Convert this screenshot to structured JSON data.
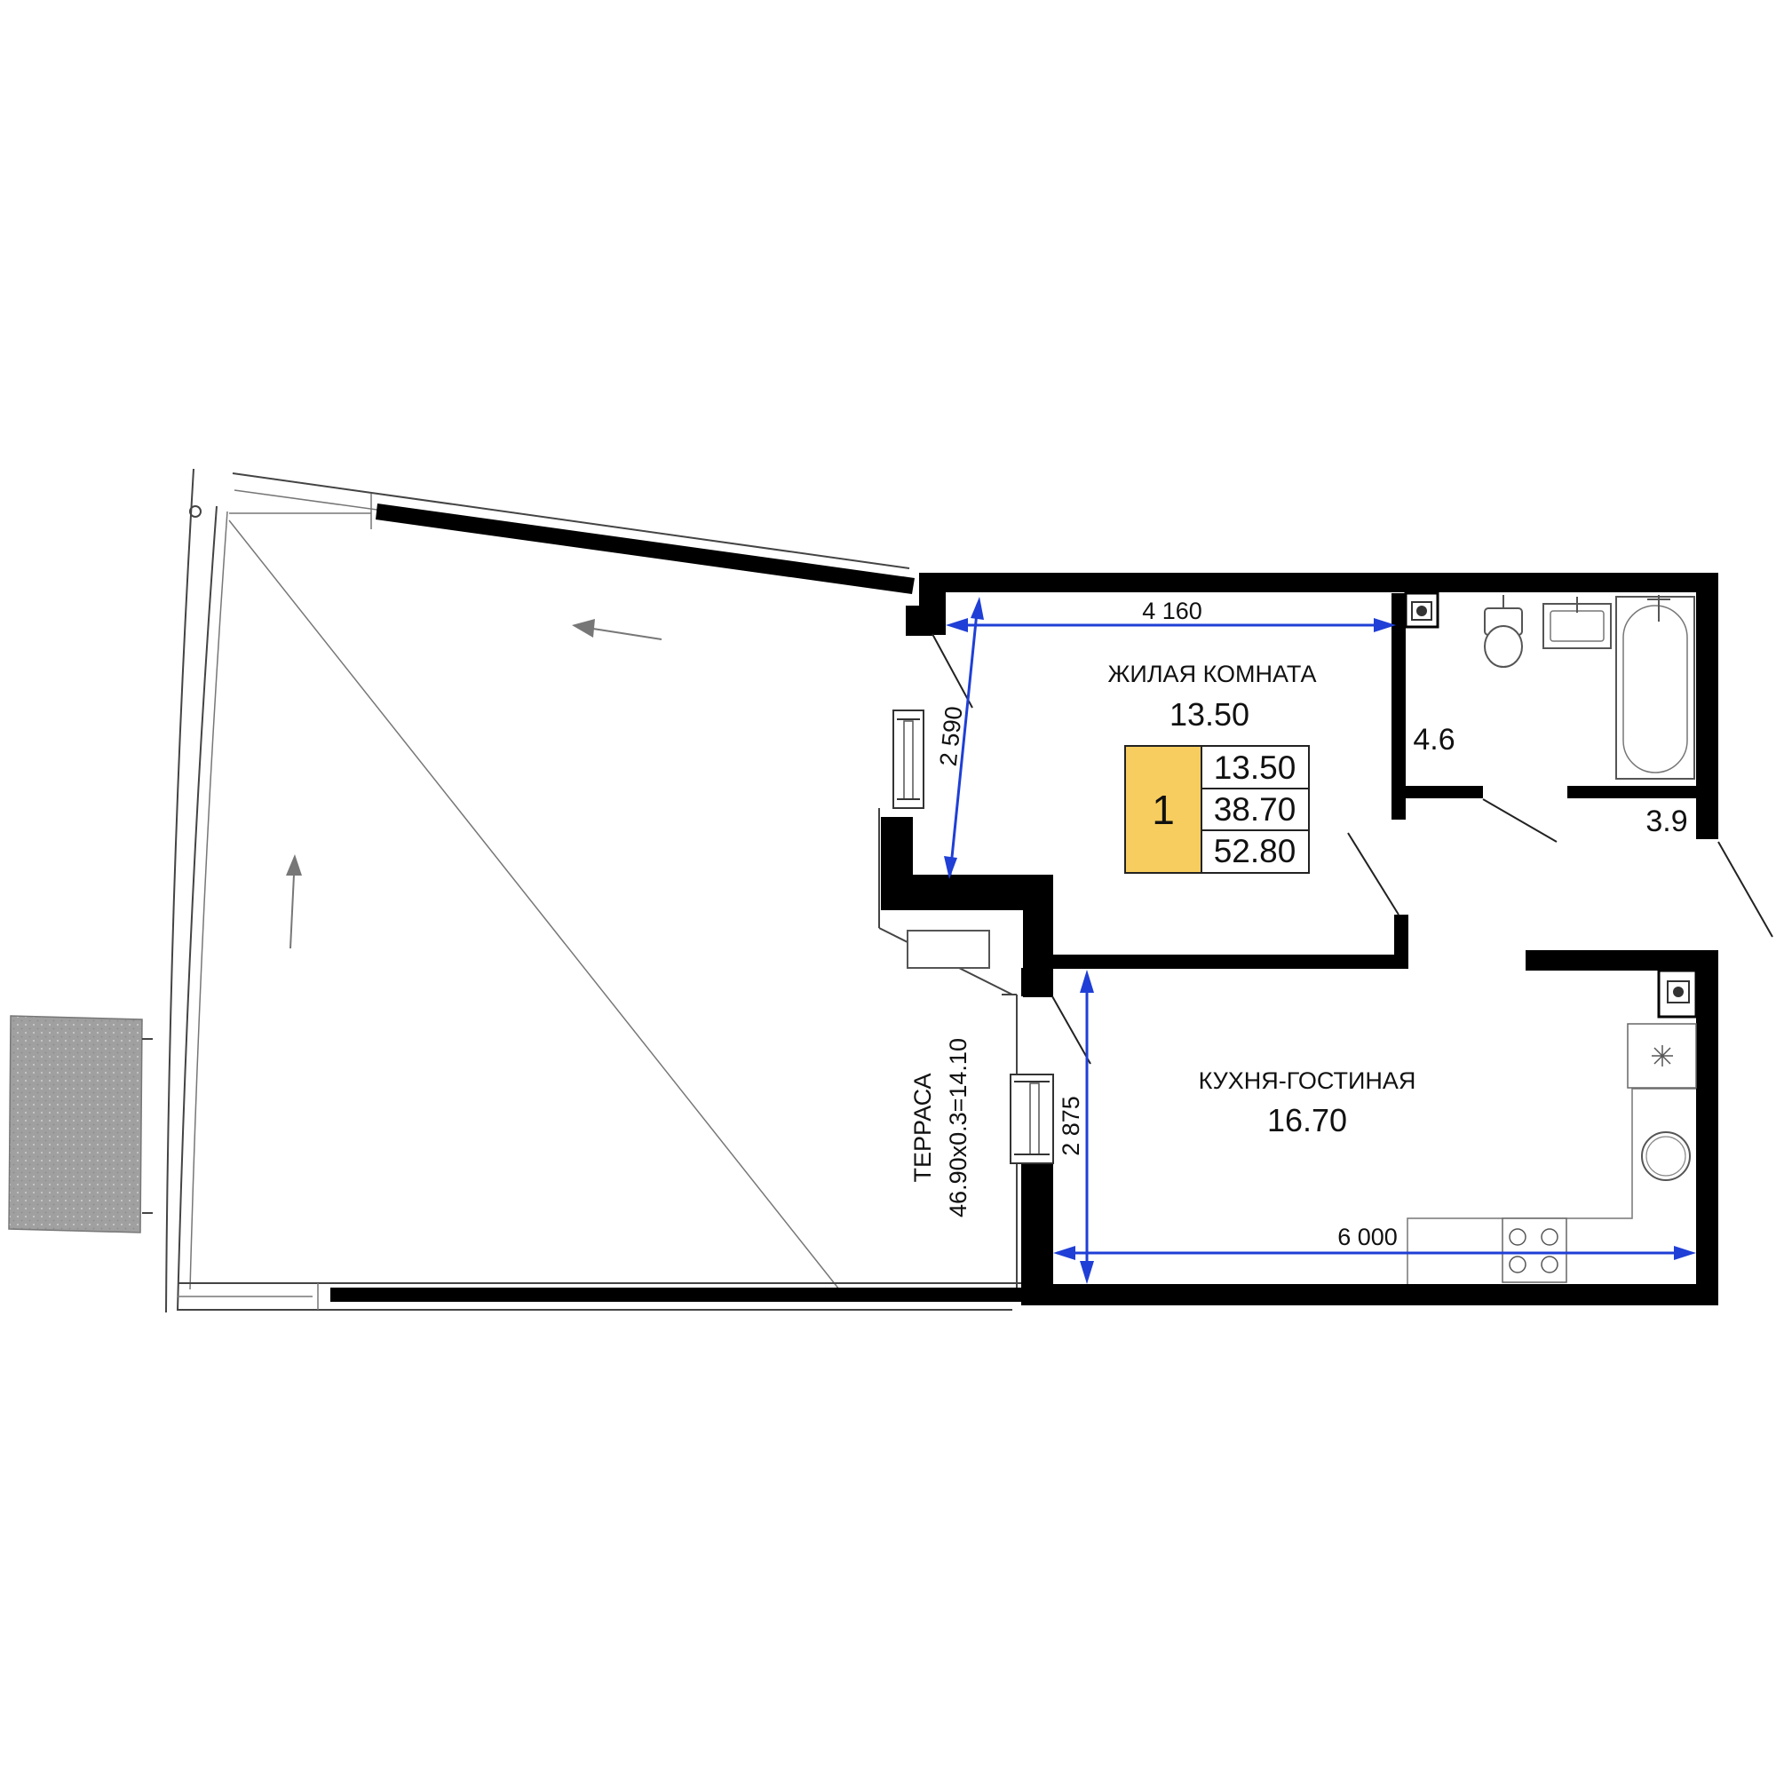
{
  "plan": {
    "living_room": {
      "name": "ЖИЛАЯ КОМНАТА",
      "area": "13.50"
    },
    "kitchen_living": {
      "name": "КУХНЯ-ГОСТИНАЯ",
      "area": "16.70"
    },
    "terrace": {
      "name": "ТЕРРАСА",
      "formula": "46.90x0.3=14.10"
    },
    "bathroom_area": "4.6",
    "hall_area": "3.9",
    "summary": {
      "rooms": "1",
      "living_area": "13.50",
      "total_area": "38.70",
      "total_with_terrace": "52.80",
      "highlight_color": "#f7cd5f"
    },
    "dimensions": {
      "top_width": "4 160",
      "living_depth": "2 590",
      "kitchen_depth": "2 875",
      "kitchen_width": "6 000"
    },
    "colors": {
      "wall": "#000000",
      "dimension": "#1f3fd6",
      "exterior_paving": "#a0a0a0"
    },
    "icons": [
      "toilet-icon",
      "sink-icon",
      "bathtub-icon",
      "stove-icon",
      "kitchen-sink-icon",
      "washing-machine-icon",
      "ventilation-icon",
      "direction-arrow-icon"
    ]
  }
}
